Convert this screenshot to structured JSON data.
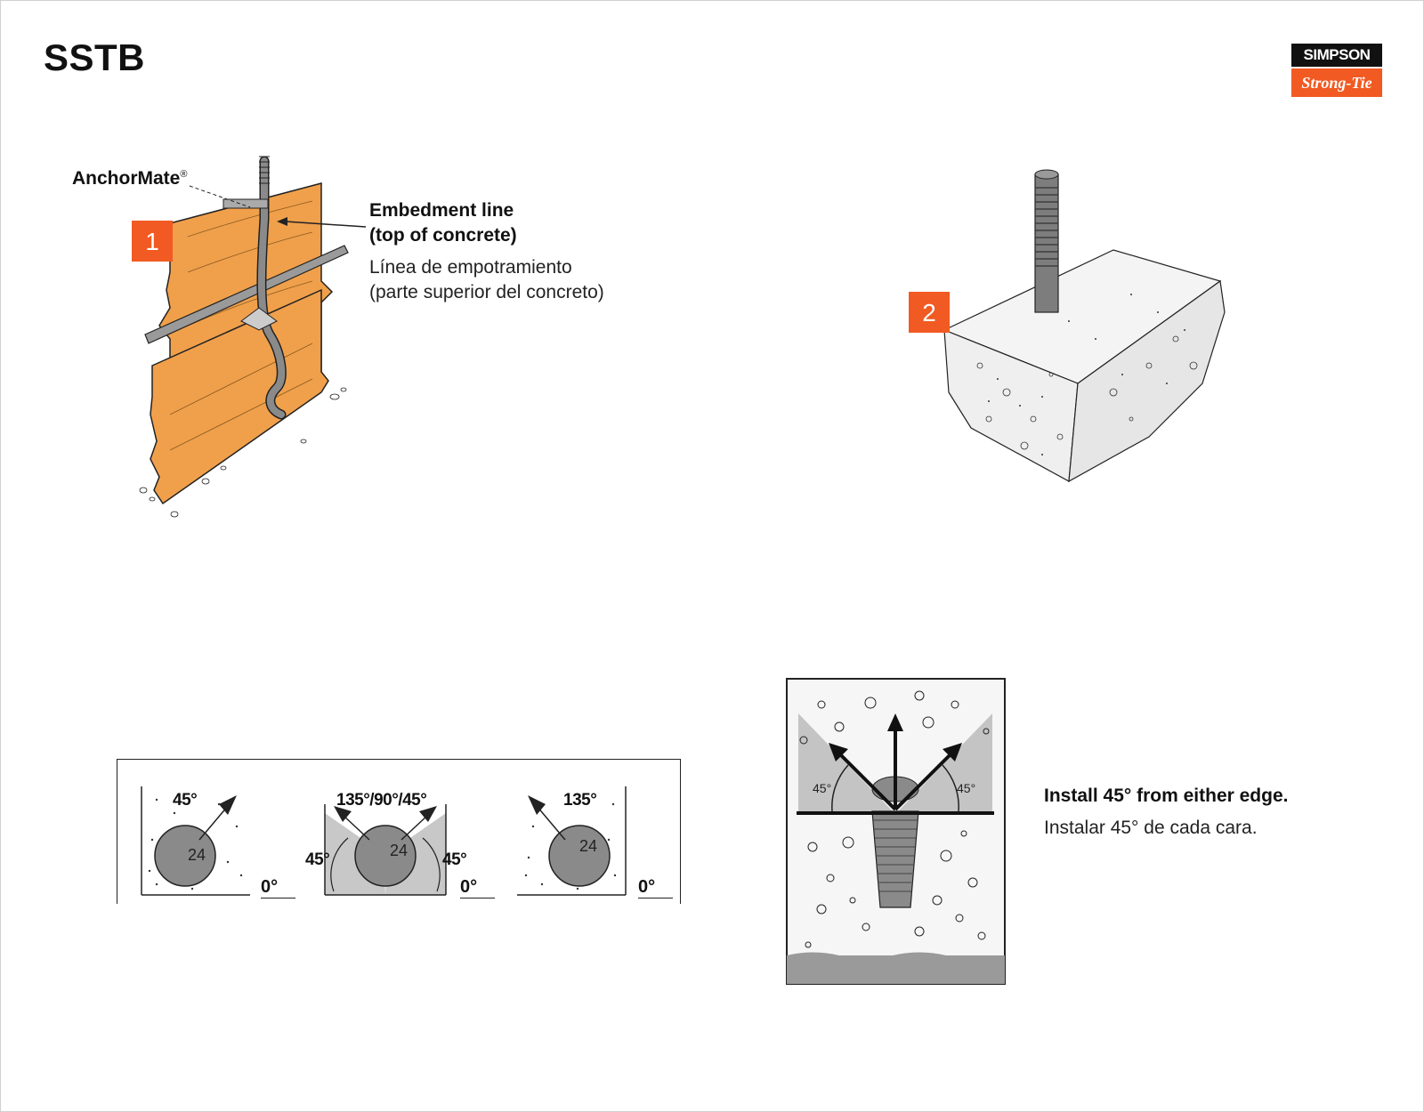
{
  "header": {
    "title": "SSTB"
  },
  "logo": {
    "line1": "SIMPSON",
    "line2": "Strong-Tie"
  },
  "step1": {
    "number": "1",
    "anchormate_label": "AnchorMate",
    "anchormate_mark": "®",
    "embed_en_1": "Embedment line",
    "embed_en_2": "(top of concrete)",
    "embed_es_1": "Línea de empotramiento",
    "embed_es_2": "(parte superior del concreto)"
  },
  "step2": {
    "number": "2"
  },
  "orientation": {
    "panel1": {
      "angle": "45°",
      "zero": "0°",
      "stamp": "24"
    },
    "panel2": {
      "angle": "135°/90°/45°",
      "left_angle": "45°",
      "right_angle": "45°",
      "zero": "0°",
      "stamp": "24"
    },
    "panel3": {
      "angle": "135°",
      "zero": "0°",
      "stamp": "24"
    }
  },
  "install": {
    "en": "Install 45° from either edge.",
    "es": "Instalar 45° de cada cara.",
    "left_angle": "45°",
    "right_angle": "45°"
  },
  "colors": {
    "accent": "#f15a22",
    "wood": "#f0a04b"
  }
}
